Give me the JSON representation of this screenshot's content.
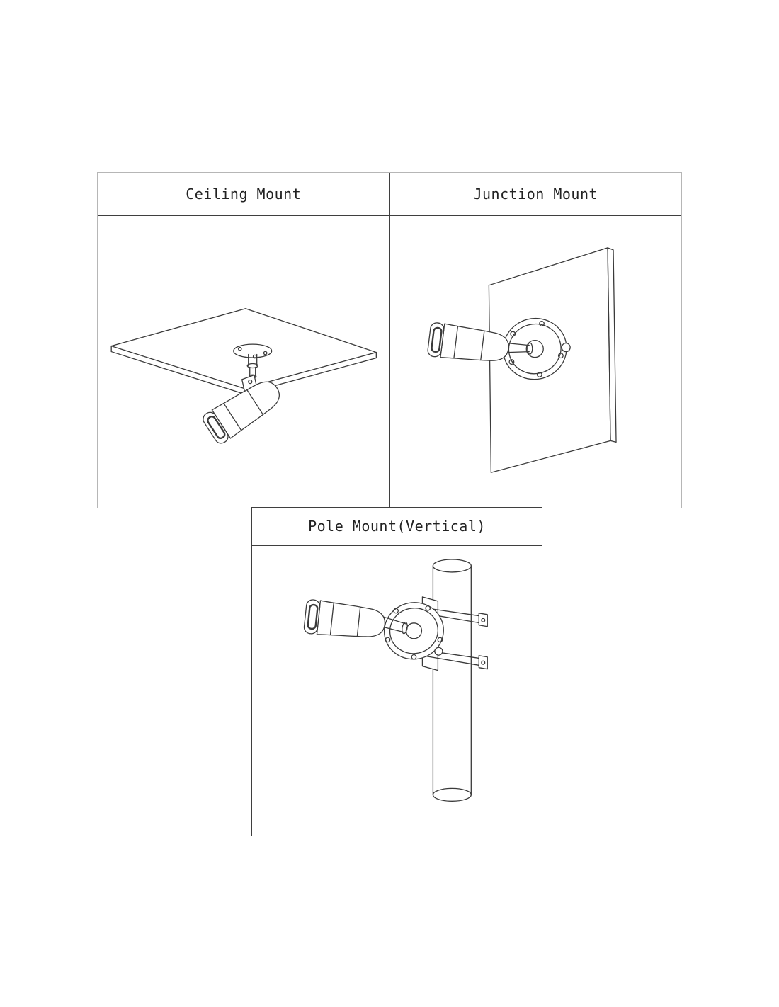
{
  "figure": {
    "background": "#ffffff",
    "line_color": "#3a3a3a",
    "inner_border_color": "#3f3f3f",
    "outer_border_color": "#b6b6b6",
    "text_color": "#222222"
  },
  "panels": [
    {
      "id": "ceiling-mount",
      "title": "Ceiling Mount"
    },
    {
      "id": "junction-mount",
      "title": "Junction Mount"
    },
    {
      "id": "pole-mount",
      "title": "Pole Mount(Vertical)"
    }
  ]
}
